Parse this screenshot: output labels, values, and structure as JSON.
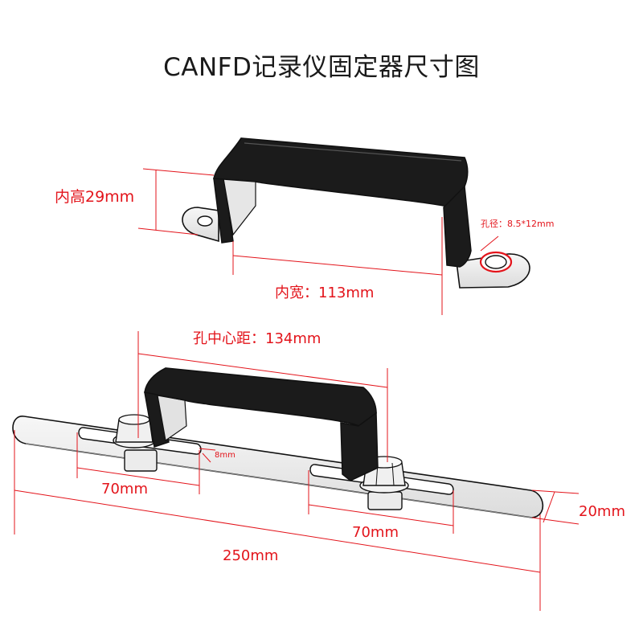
{
  "title": "CANFD记录仪固定器尺寸图",
  "labels": {
    "inner_height": "内高29mm",
    "hole_diameter": "孔径：8.5*12mm",
    "inner_width": "内宽：113mm",
    "hole_center_distance": "孔中心距：134mm",
    "slot_width": "8mm",
    "slot_length_left": "70mm",
    "slot_length_right": "70mm",
    "strip_width": "20mm",
    "total_length": "250mm"
  },
  "colors": {
    "dimension": "#e3141b",
    "line": "#111111",
    "band": "#1b1b1b"
  }
}
